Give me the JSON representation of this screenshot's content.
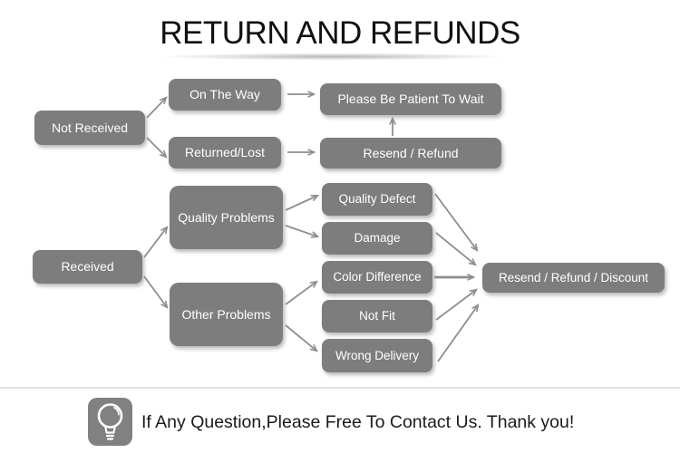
{
  "title": "RETURN AND REFUNDS",
  "flowchart": {
    "nodes": {
      "not_received": "Not Received",
      "on_the_way": "On The Way",
      "returned_lost": "Returned/Lost",
      "please_wait": "Please Be Patient To Wait",
      "resend_refund": "Resend / Refund",
      "received": "Received",
      "quality_problems": "Quality Problems",
      "other_problems": "Other Problems",
      "quality_defect": "Quality Defect",
      "damage": "Damage",
      "color_difference": "Color Difference",
      "not_fit": "Not Fit",
      "wrong_delivery": "Wrong Delivery",
      "resend_refund_discount": "Resend / Refund / Discount"
    },
    "edges": [
      [
        "not_received",
        "on_the_way"
      ],
      [
        "not_received",
        "returned_lost"
      ],
      [
        "on_the_way",
        "please_wait"
      ],
      [
        "returned_lost",
        "resend_refund"
      ],
      [
        "resend_refund",
        "please_wait"
      ],
      [
        "received",
        "quality_problems"
      ],
      [
        "received",
        "other_problems"
      ],
      [
        "quality_problems",
        "quality_defect"
      ],
      [
        "quality_problems",
        "damage"
      ],
      [
        "other_problems",
        "color_difference"
      ],
      [
        "other_problems",
        "wrong_delivery"
      ],
      [
        "quality_defect",
        "resend_refund_discount"
      ],
      [
        "damage",
        "resend_refund_discount"
      ],
      [
        "color_difference",
        "resend_refund_discount"
      ],
      [
        "not_fit",
        "resend_refund_discount"
      ],
      [
        "wrong_delivery",
        "resend_refund_discount"
      ]
    ]
  },
  "footer": {
    "icon": "light-bulb-icon",
    "message": "If Any Question,Please Free To Contact Us. Thank you!"
  },
  "colors": {
    "node_fill": "#7d7d7d",
    "node_text": "#ffffff",
    "arrow": "#8e8e8e",
    "title_text": "#111111",
    "divider": "#e3e3e3"
  }
}
